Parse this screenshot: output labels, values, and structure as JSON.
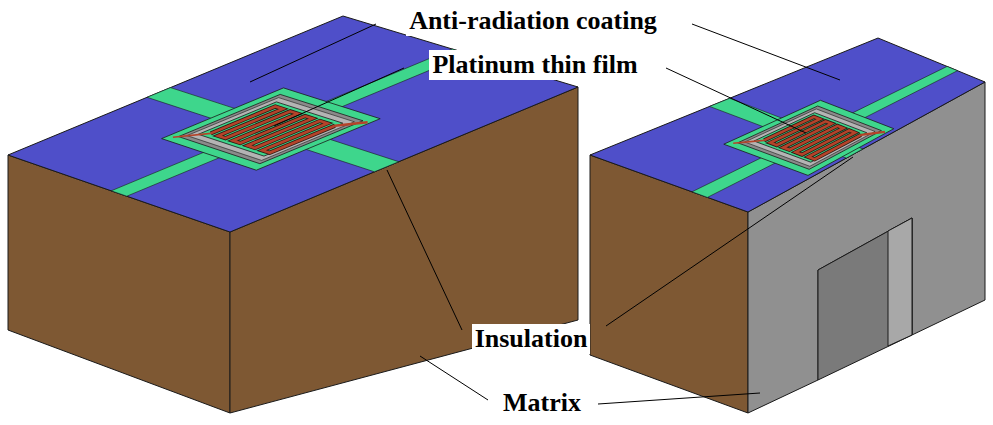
{
  "diagram": {
    "labels": [
      "Anti-radiation coating",
      "Platinum thin film",
      "Insulation",
      "Matrix"
    ]
  }
}
